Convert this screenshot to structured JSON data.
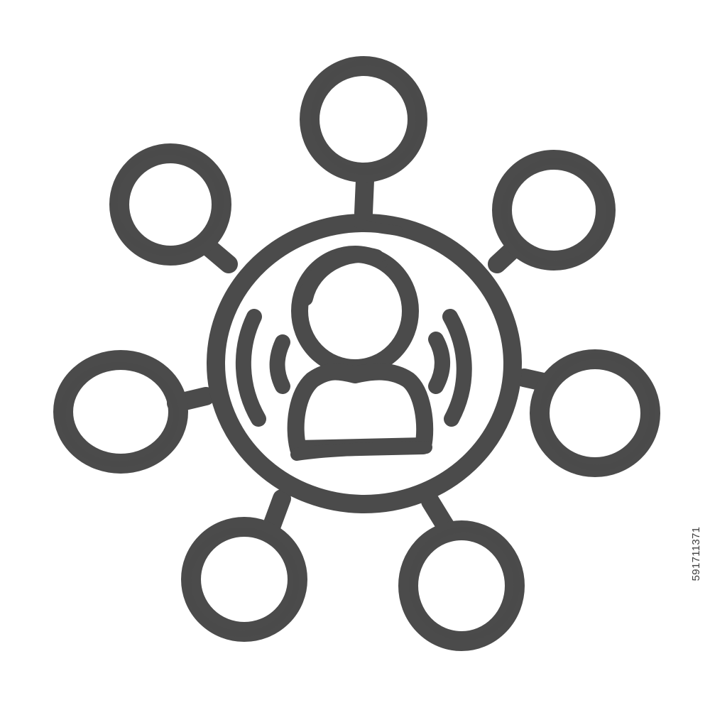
{
  "image": {
    "kind": "hand-drawn line icon",
    "icon_name": "network-user-icon",
    "stroke_color": "#4b4b4b",
    "background_color": "#ffffff",
    "outer_node_count": 7
  },
  "watermark": {
    "side_text": "591711371"
  }
}
